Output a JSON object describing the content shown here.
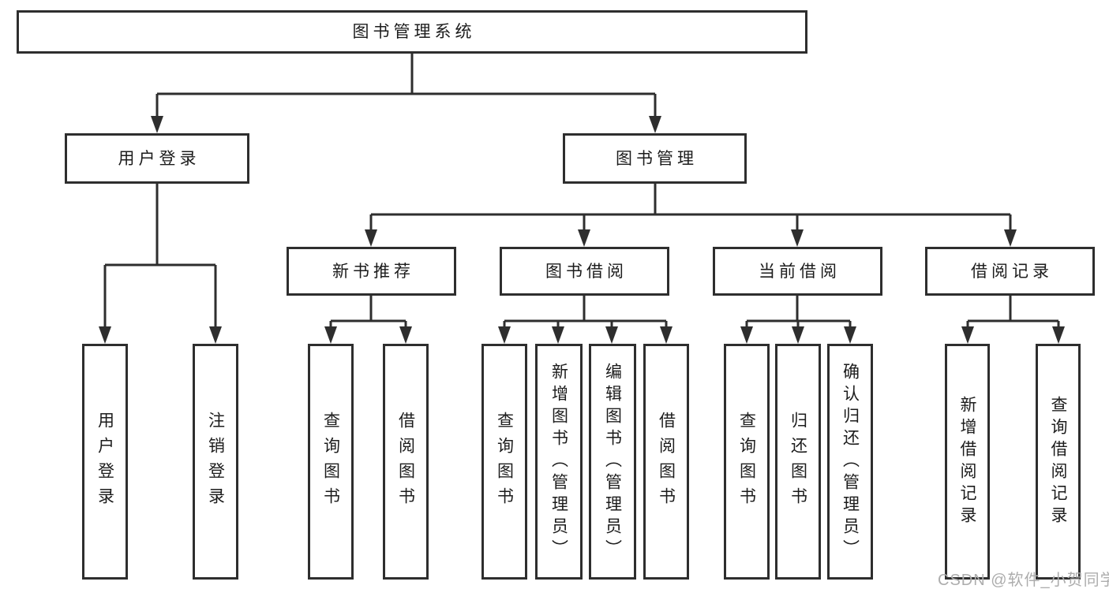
{
  "colors": {
    "line": "#2e2e2e",
    "border": "#2e2e2e",
    "box-bg": "#ffffff",
    "text": "#1c1c1c",
    "watermark": "#adadad",
    "page-bg": "#ffffff"
  },
  "watermark": {
    "text": "CSDN @软件_小贺同学"
  },
  "tree": {
    "label": "图书管理系统",
    "children": [
      {
        "label": "用户登录",
        "children": [
          {
            "label": "用户登录"
          },
          {
            "label": "注销登录"
          }
        ]
      },
      {
        "label": "图书管理",
        "children": [
          {
            "label": "新书推荐",
            "children": [
              {
                "label": "查询图书"
              },
              {
                "label": "借阅图书"
              }
            ]
          },
          {
            "label": "图书借阅",
            "children": [
              {
                "label": "查询图书"
              },
              {
                "label": "新增图书（管理员）"
              },
              {
                "label": "编辑图书（管理员）"
              },
              {
                "label": "借阅图书"
              }
            ]
          },
          {
            "label": "当前借阅",
            "children": [
              {
                "label": "查询图书"
              },
              {
                "label": "归还图书"
              },
              {
                "label": "确认归还（管理员）"
              }
            ]
          },
          {
            "label": "借阅记录",
            "children": [
              {
                "label": "新增借阅记录"
              },
              {
                "label": "查询借阅记录"
              }
            ]
          }
        ]
      }
    ]
  }
}
